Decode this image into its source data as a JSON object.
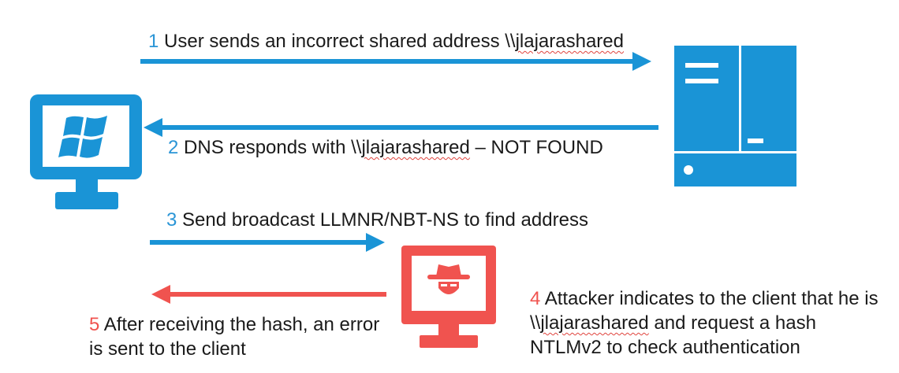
{
  "colors": {
    "blue": "#1a94d6",
    "red": "#f0534f",
    "text": "#1a1a1a"
  },
  "icons": {
    "client": "windows-computer-icon",
    "server": "dns-server-icon",
    "attacker": "attacker-computer-icon"
  },
  "steps": [
    {
      "number": "1",
      "text_before": "User sends an incorrect shared address \\\\",
      "highlight": "jlajarashared",
      "text_after": ""
    },
    {
      "number": "2",
      "text_before": "DNS responds with \\\\",
      "highlight": "jlajarashared",
      "text_after": " – NOT FOUND"
    },
    {
      "number": "3",
      "text": "Send broadcast LLMNR/NBT-NS to find address"
    },
    {
      "number": "4",
      "line1": "Attacker indicates to the client that he is",
      "line2_before": "\\\\",
      "line2_highlight": "jlajarashared",
      "line2_after": " and request a hash",
      "line3": "NTLMv2 to check authentication"
    },
    {
      "number": "5",
      "line1": "After receiving the hash, an error",
      "line2": "is sent to the client"
    }
  ]
}
